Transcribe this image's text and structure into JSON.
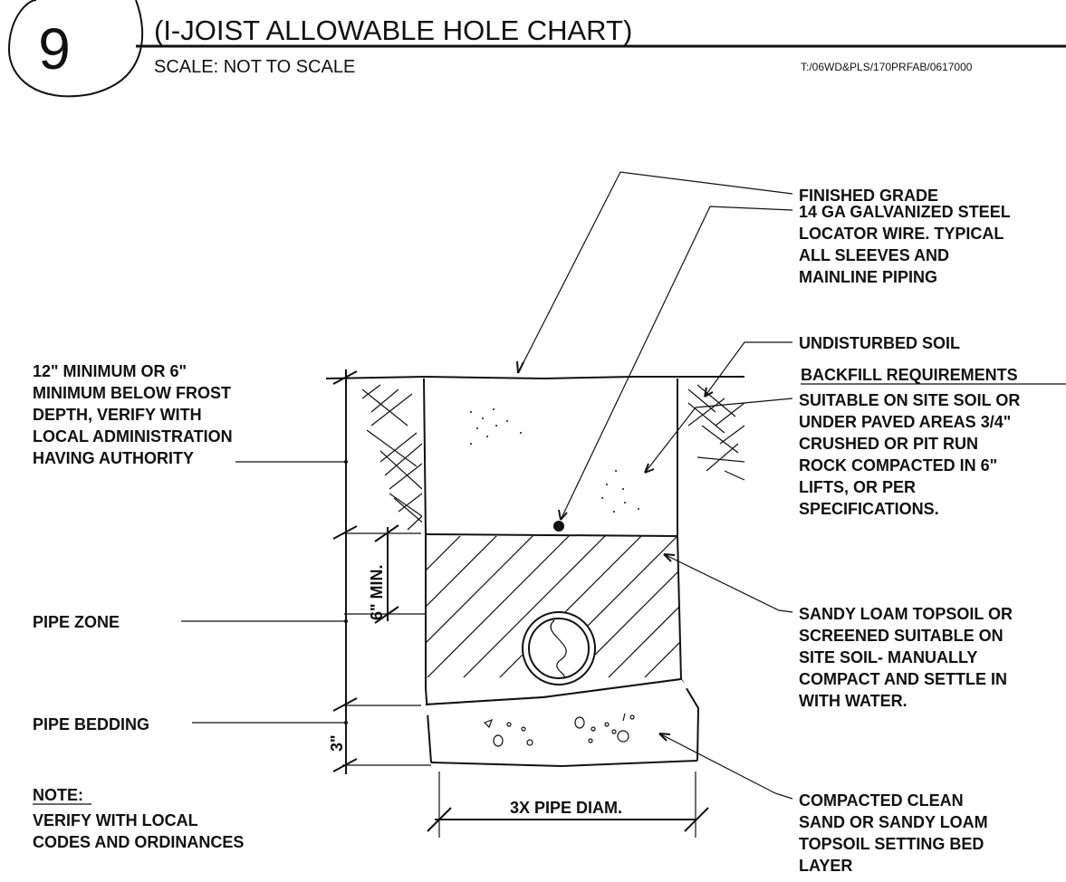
{
  "header": {
    "detail_number": "9",
    "title": "(I-JOIST ALLOWABLE HOLE CHART)",
    "scale_label": "SCALE:   NOT TO SCALE",
    "file_path": "T:/06WD&PLS/170PRFAB/0617000"
  },
  "callouts": {
    "finished_grade": "FINISHED GRADE",
    "locator_wire": [
      "14 GA GALVANIZED STEEL",
      "LOCATOR WIRE.  TYPICAL",
      "ALL SLEEVES AND",
      "MAINLINE PIPING"
    ],
    "undisturbed_soil": "UNDISTURBED SOIL",
    "backfill_heading": "BACKFILL REQUIREMENTS",
    "backfill_text": [
      "SUITABLE ON SITE SOIL OR",
      "UNDER PAVED AREAS 3/4\"",
      "CRUSHED OR PIT RUN",
      "ROCK COMPACTED IN 6\"",
      "LIFTS, OR PER",
      "SPECIFICATIONS."
    ],
    "pipe_zone_fill": [
      "SANDY LOAM TOPSOIL OR",
      "SCREENED SUITABLE ON",
      "SITE SOIL- MANUALLY",
      "COMPACT AND SETTLE IN",
      "WITH WATER."
    ],
    "bedding_fill": [
      "COMPACTED CLEAN",
      "SAND OR SANDY LOAM",
      "TOPSOIL SETTING BED",
      "LAYER"
    ],
    "cover_depth": [
      "12\" MINIMUM OR 6\"",
      "MINIMUM BELOW FROST",
      "DEPTH, VERIFY WITH",
      "LOCAL ADMINISTRATION",
      "HAVING AUTHORITY"
    ],
    "pipe_zone": "PIPE ZONE",
    "pipe_bedding": "PIPE BEDDING"
  },
  "dimensions": {
    "six_min": "6\" MIN.",
    "three_in": "3\"",
    "trench_width": "3X PIPE DIAM."
  },
  "note": {
    "heading": "NOTE:",
    "lines": [
      "VERIFY WITH LOCAL",
      "CODES AND ORDINANCES"
    ]
  }
}
